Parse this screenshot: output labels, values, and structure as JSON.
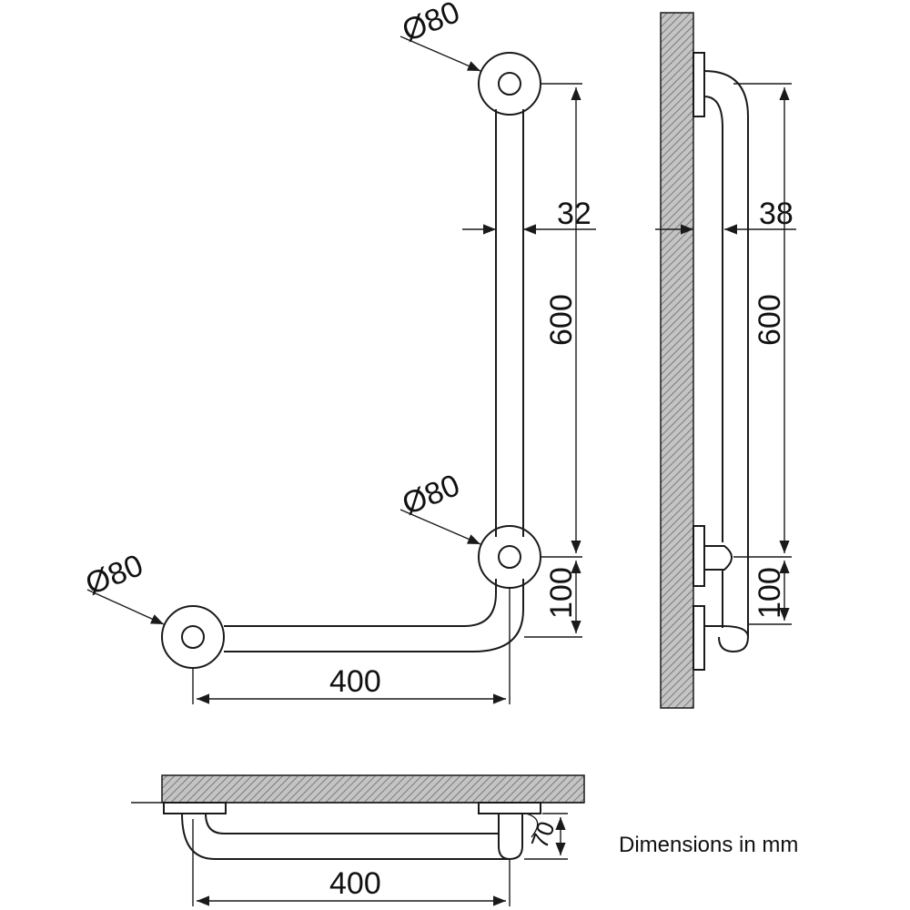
{
  "labels": {
    "dia_top": "Ø80",
    "dia_mid": "Ø80",
    "dia_left": "Ø80",
    "tube_dia_front": "32",
    "height_front": "600",
    "offset_front": "100",
    "width_front": "400",
    "projection_side": "38",
    "height_side": "600",
    "offset_side": "100",
    "width_top": "400",
    "depth_top": "70"
  },
  "note": "Dimensions in mm",
  "colors": {
    "line": "#1a1a1a",
    "hatch": "#8a8a8a",
    "wall": "#bdbdbd"
  }
}
